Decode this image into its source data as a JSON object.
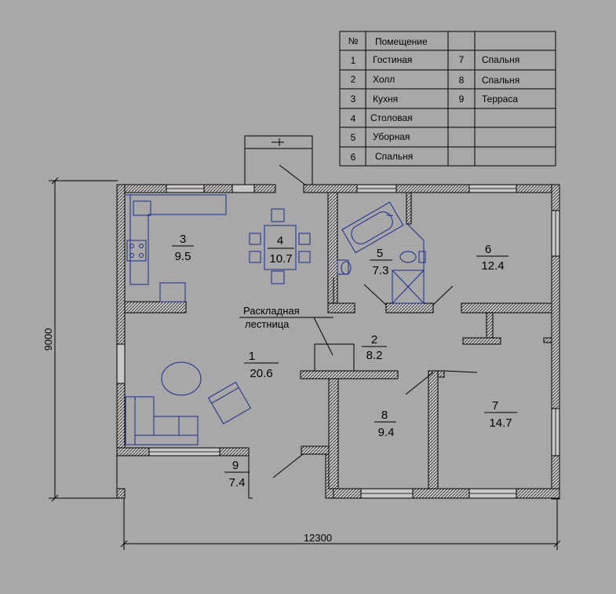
{
  "legend": {
    "header": {
      "num": "№",
      "name": "Помещение"
    },
    "rows": [
      {
        "num": "1",
        "name": "Гостиная",
        "num2": "7",
        "name2": "Спальня"
      },
      {
        "num": "2",
        "name": "Холл",
        "num2": "8",
        "name2": "Спальня"
      },
      {
        "num": "3",
        "name": "Кухня",
        "num2": "9",
        "name2": "Терраса"
      },
      {
        "num": "4",
        "name": "Столовая",
        "num2": "",
        "name2": ""
      },
      {
        "num": "5",
        "name": "Уборная",
        "num2": "",
        "name2": ""
      },
      {
        "num": "6",
        "name": "Спальня",
        "num2": "",
        "name2": ""
      }
    ]
  },
  "rooms": [
    {
      "id": "1",
      "num": "1",
      "area": "20.6"
    },
    {
      "id": "2",
      "num": "2",
      "area": "8.2"
    },
    {
      "id": "3",
      "num": "3",
      "area": "9.5"
    },
    {
      "id": "4",
      "num": "4",
      "area": "10.7"
    },
    {
      "id": "5",
      "num": "5",
      "area": "7.3"
    },
    {
      "id": "6",
      "num": "6",
      "area": "12.4"
    },
    {
      "id": "7",
      "num": "7",
      "area": "14.7"
    },
    {
      "id": "8",
      "num": "8",
      "area": "9.4"
    },
    {
      "id": "9",
      "num": "9",
      "area": "7.4"
    }
  ],
  "annotation": {
    "line1": "Раскладная",
    "line2": "лестница"
  },
  "dimensions": {
    "width": "12300",
    "height": "9000"
  },
  "colors": {
    "background": "#a8a8a8",
    "wall": "#000000",
    "furniture": "#1a2a8a"
  }
}
